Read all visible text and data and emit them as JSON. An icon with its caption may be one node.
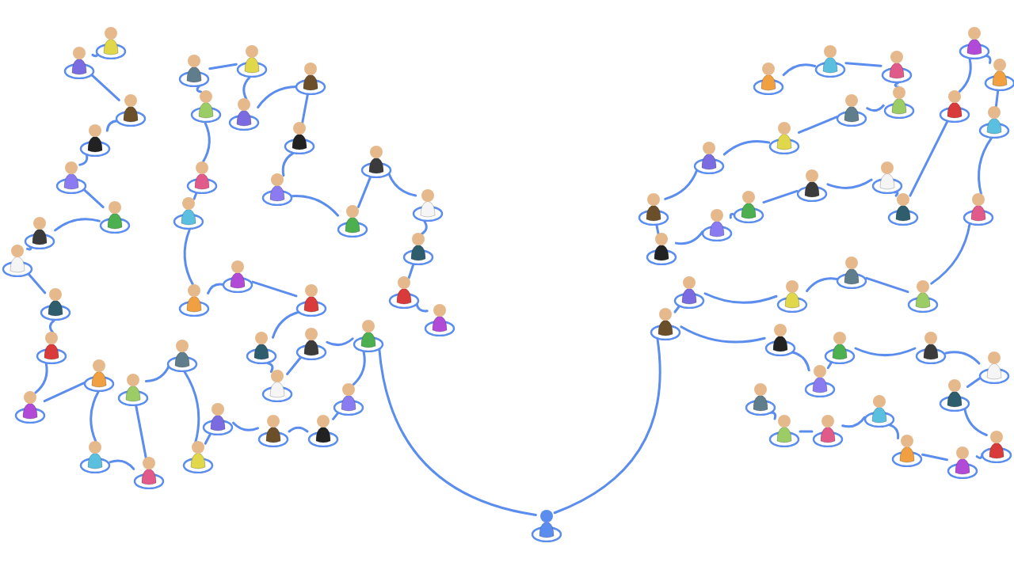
{
  "diagram": {
    "nodes": [
      {
        "text": [],
        "shape": "person"
      },
      {
        "text": [],
        "shape": "person"
      },
      {
        "text": [],
        "shape": "person"
      },
      {
        "text": [],
        "shape": "person"
      },
      {
        "text": [],
        "shape": "person"
      },
      {
        "text": [],
        "shape": "person"
      },
      {
        "text": [],
        "shape": "person"
      },
      {
        "text": [],
        "shape": "person"
      },
      {
        "text": [],
        "shape": "person"
      },
      {
        "text": [],
        "shape": "person"
      },
      {
        "text": [],
        "shape": "person"
      },
      {
        "text": [],
        "shape": "person"
      },
      {
        "text": [],
        "shape": "person"
      },
      {
        "text": [],
        "shape": "person"
      },
      {
        "text": [],
        "shape": "person"
      },
      {
        "text": [],
        "shape": "person"
      },
      {
        "text": [],
        "shape": "person"
      },
      {
        "text": [],
        "shape": "person"
      },
      {
        "text": [],
        "shape": "person"
      },
      {
        "text": [],
        "shape": "person"
      },
      {
        "text": [],
        "shape": "person"
      },
      {
        "text": [],
        "shape": "person"
      },
      {
        "text": [],
        "shape": "person"
      },
      {
        "text": [],
        "shape": "person"
      },
      {
        "text": [],
        "shape": "person"
      },
      {
        "text": [],
        "shape": "person"
      },
      {
        "text": [],
        "shape": "person"
      },
      {
        "text": [],
        "shape": "person"
      },
      {
        "text": [],
        "shape": "person"
      },
      {
        "text": [],
        "shape": "person"
      },
      {
        "text": [],
        "shape": "person"
      },
      {
        "text": [],
        "shape": "person"
      },
      {
        "text": [],
        "shape": "person"
      },
      {
        "text": [],
        "shape": "person"
      },
      {
        "text": [],
        "shape": "person"
      },
      {
        "text": [],
        "shape": "person"
      },
      {
        "text": [],
        "shape": "person"
      },
      {
        "text": [],
        "shape": "person"
      },
      {
        "text": [],
        "shape": "person"
      },
      {
        "text": [],
        "shape": "person"
      },
      {
        "text": [],
        "shape": "person"
      },
      {
        "text": [],
        "shape": "person"
      },
      {
        "text": [],
        "shape": "person"
      },
      {
        "text": [],
        "shape": "person"
      },
      {
        "text": [],
        "shape": "person"
      },
      {
        "text": [],
        "shape": "person"
      },
      {
        "text": [],
        "shape": "person"
      },
      {
        "text": [],
        "shape": "person"
      },
      {
        "text": [],
        "shape": "person"
      },
      {
        "text": [],
        "shape": "person"
      },
      {
        "text": [],
        "shape": "person"
      },
      {
        "text": [],
        "shape": "person"
      },
      {
        "text": [],
        "shape": "person"
      },
      {
        "text": [],
        "shape": "person"
      },
      {
        "text": [],
        "shape": "person"
      },
      {
        "text": [],
        "shape": "person"
      },
      {
        "text": [],
        "shape": "person"
      },
      {
        "text": [],
        "shape": "person"
      },
      {
        "text": [],
        "shape": "person"
      },
      {
        "text": [],
        "shape": "person"
      },
      {
        "text": [],
        "shape": "person"
      },
      {
        "text": [],
        "shape": "person"
      },
      {
        "text": [],
        "shape": "person"
      },
      {
        "text": [],
        "shape": "person"
      },
      {
        "text": [],
        "shape": "person"
      },
      {
        "text": [],
        "shape": "person"
      },
      {
        "text": [],
        "shape": "person"
      },
      {
        "text": [],
        "shape": "person"
      },
      {
        "text": [],
        "shape": "person"
      },
      {
        "text": [],
        "shape": "person"
      },
      {
        "text": [],
        "shape": "person"
      },
      {
        "text": [],
        "shape": "person"
      },
      {
        "text": [],
        "shape": "person"
      },
      {
        "text": [],
        "shape": "person"
      },
      {
        "text": [],
        "shape": "person"
      },
      {
        "text": [],
        "shape": "person"
      },
      {
        "text": [],
        "shape": "person"
      },
      {
        "text": [],
        "shape": "person"
      },
      {
        "text": [],
        "shape": "person"
      },
      {
        "text": [],
        "shape": "person"
      },
      {
        "text": [],
        "shape": "person"
      }
    ],
    "edges": [
      {
        "from": 0,
        "to": 1,
        "arrow": "none"
      },
      {
        "from": 1,
        "to": 2,
        "arrow": "none"
      },
      {
        "from": 2,
        "to": 3,
        "arrow": "none"
      },
      {
        "from": 3,
        "to": 4,
        "arrow": "none"
      },
      {
        "from": 4,
        "to": 5,
        "arrow": "none"
      },
      {
        "from": 5,
        "to": 6,
        "arrow": "none"
      },
      {
        "from": 6,
        "to": 7,
        "arrow": "none"
      },
      {
        "from": 7,
        "to": 8,
        "arrow": "none"
      },
      {
        "from": 8,
        "to": 9,
        "arrow": "none"
      },
      {
        "from": 9,
        "to": 10,
        "arrow": "none"
      },
      {
        "from": 10,
        "to": 11,
        "arrow": "none"
      },
      {
        "from": 11,
        "to": 12,
        "arrow": "none"
      },
      {
        "from": 12,
        "to": 13,
        "arrow": "none"
      },
      {
        "from": 13,
        "to": 14,
        "arrow": "none"
      },
      {
        "from": 14,
        "to": 15,
        "arrow": "none"
      },
      {
        "from": 15,
        "to": 16,
        "arrow": "none"
      },
      {
        "from": 16,
        "to": 17,
        "arrow": "none"
      },
      {
        "from": 17,
        "to": 18,
        "arrow": "none"
      },
      {
        "from": 18,
        "to": 19,
        "arrow": "none"
      },
      {
        "from": 19,
        "to": 20,
        "arrow": "none"
      },
      {
        "from": 20,
        "to": 21,
        "arrow": "none"
      },
      {
        "from": 21,
        "to": 22,
        "arrow": "none"
      },
      {
        "from": 22,
        "to": 23,
        "arrow": "none"
      },
      {
        "from": 23,
        "to": 24,
        "arrow": "none"
      },
      {
        "from": 24,
        "to": 25,
        "arrow": "none"
      },
      {
        "from": 25,
        "to": 26,
        "arrow": "none"
      },
      {
        "from": 26,
        "to": 27,
        "arrow": "none"
      },
      {
        "from": 27,
        "to": 28,
        "arrow": "none"
      },
      {
        "from": 28,
        "to": 29,
        "arrow": "none"
      },
      {
        "from": 29,
        "to": 30,
        "arrow": "none"
      },
      {
        "from": 30,
        "to": 31,
        "arrow": "none"
      },
      {
        "from": 31,
        "to": 32,
        "arrow": "none"
      },
      {
        "from": 32,
        "to": 33,
        "arrow": "none"
      },
      {
        "from": 33,
        "to": 34,
        "arrow": "none"
      },
      {
        "from": 34,
        "to": 35,
        "arrow": "none"
      },
      {
        "from": 35,
        "to": 36,
        "arrow": "none"
      },
      {
        "from": 36,
        "to": 37,
        "arrow": "none"
      },
      {
        "from": 37,
        "to": 38,
        "arrow": "none"
      },
      {
        "from": 38,
        "to": 39,
        "arrow": "none"
      },
      {
        "from": 39,
        "to": 40,
        "arrow": "none"
      },
      {
        "from": 40,
        "to": 41,
        "arrow": "none"
      },
      {
        "from": 41,
        "to": 42,
        "arrow": "none"
      },
      {
        "from": 43,
        "to": 44,
        "arrow": "none"
      },
      {
        "from": 44,
        "to": 45,
        "arrow": "none"
      },
      {
        "from": 45,
        "to": 46,
        "arrow": "none"
      },
      {
        "from": 46,
        "to": 47,
        "arrow": "none"
      },
      {
        "from": 47,
        "to": 48,
        "arrow": "none"
      },
      {
        "from": 48,
        "to": 49,
        "arrow": "none"
      },
      {
        "from": 49,
        "to": 50,
        "arrow": "none"
      },
      {
        "from": 50,
        "to": 51,
        "arrow": "none"
      },
      {
        "from": 51,
        "to": 52,
        "arrow": "none"
      },
      {
        "from": 52,
        "to": 53,
        "arrow": "none"
      },
      {
        "from": 53,
        "to": 54,
        "arrow": "none"
      },
      {
        "from": 54,
        "to": 55,
        "arrow": "none"
      },
      {
        "from": 55,
        "to": 56,
        "arrow": "none"
      },
      {
        "from": 56,
        "to": 57,
        "arrow": "none"
      },
      {
        "from": 57,
        "to": 58,
        "arrow": "none"
      },
      {
        "from": 58,
        "to": 59,
        "arrow": "none"
      },
      {
        "from": 59,
        "to": 60,
        "arrow": "none"
      },
      {
        "from": 60,
        "to": 61,
        "arrow": "none"
      },
      {
        "from": 61,
        "to": 62,
        "arrow": "none"
      },
      {
        "from": 62,
        "to": 63,
        "arrow": "none"
      },
      {
        "from": 63,
        "to": 64,
        "arrow": "none"
      },
      {
        "from": 64,
        "to": 65,
        "arrow": "none"
      },
      {
        "from": 65,
        "to": 66,
        "arrow": "none"
      },
      {
        "from": 66,
        "to": 67,
        "arrow": "none"
      },
      {
        "from": 67,
        "to": 68,
        "arrow": "none"
      },
      {
        "from": 68,
        "to": 69,
        "arrow": "none"
      },
      {
        "from": 69,
        "to": 70,
        "arrow": "none"
      },
      {
        "from": 70,
        "to": 71,
        "arrow": "none"
      },
      {
        "from": 71,
        "to": 72,
        "arrow": "none"
      },
      {
        "from": 72,
        "to": 73,
        "arrow": "none"
      },
      {
        "from": 73,
        "to": 74,
        "arrow": "none"
      },
      {
        "from": 74,
        "to": 75,
        "arrow": "none"
      },
      {
        "from": 75,
        "to": 76,
        "arrow": "none"
      },
      {
        "from": 76,
        "to": 77,
        "arrow": "none"
      },
      {
        "from": 77,
        "to": 78,
        "arrow": "none"
      },
      {
        "from": 78,
        "to": 79,
        "arrow": "none"
      },
      {
        "from": 80,
        "to": 21,
        "arrow": "none"
      },
      {
        "from": 80,
        "to": 66,
        "arrow": "none"
      }
    ]
  }
}
